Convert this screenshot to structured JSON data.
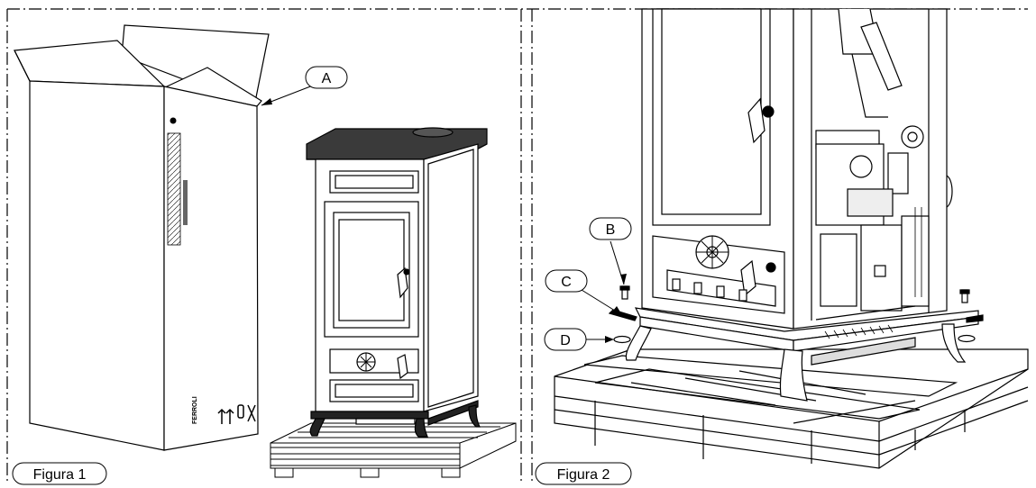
{
  "figures": [
    {
      "caption": "Figura 1",
      "callouts": [
        "A"
      ],
      "box_print": "FERROLI"
    },
    {
      "caption": "Figura 2",
      "callouts": [
        "B",
        "C",
        "D"
      ]
    }
  ]
}
